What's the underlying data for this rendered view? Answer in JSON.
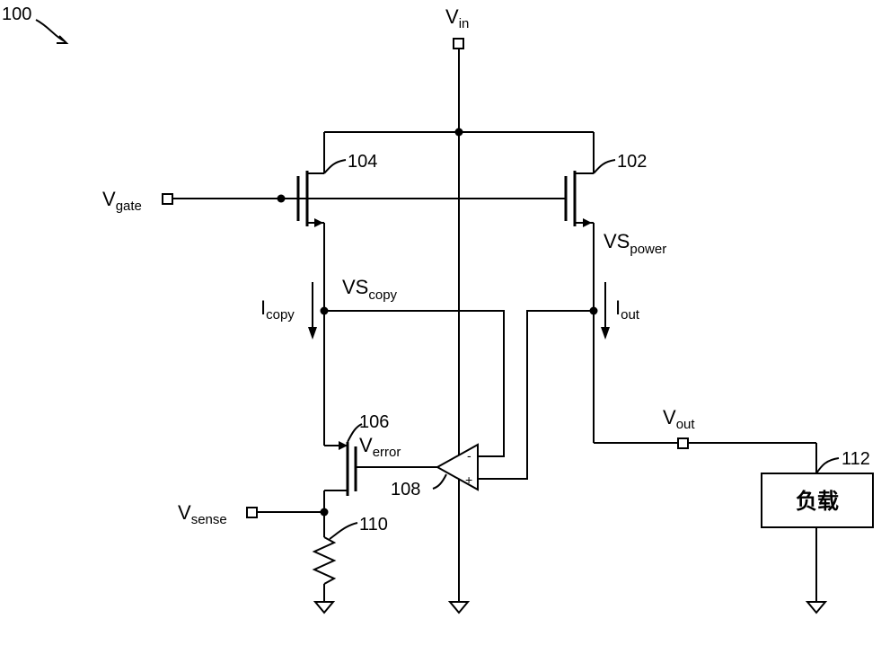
{
  "figure_label": "100",
  "nodes": {
    "vin": {
      "main": "V",
      "sub": "in"
    },
    "vgate": {
      "main": "V",
      "sub": "gate"
    },
    "vsense": {
      "main": "V",
      "sub": "sense"
    },
    "vout": {
      "main": "V",
      "sub": "out"
    },
    "verror": {
      "main": "V",
      "sub": "error"
    },
    "vs_power": {
      "main": "VS",
      "sub": "power"
    },
    "vs_copy": {
      "main": "VS",
      "sub": "copy"
    }
  },
  "currents": {
    "icopy": {
      "main": "I",
      "sub": "copy"
    },
    "iout": {
      "main": "I",
      "sub": "out"
    }
  },
  "refs": {
    "t104": "104",
    "t102": "102",
    "t106": "106",
    "amp108": "108",
    "r110": "110",
    "load112": "112"
  },
  "amp_inputs": {
    "minus": "-",
    "plus": "+"
  },
  "load_label": "负载"
}
